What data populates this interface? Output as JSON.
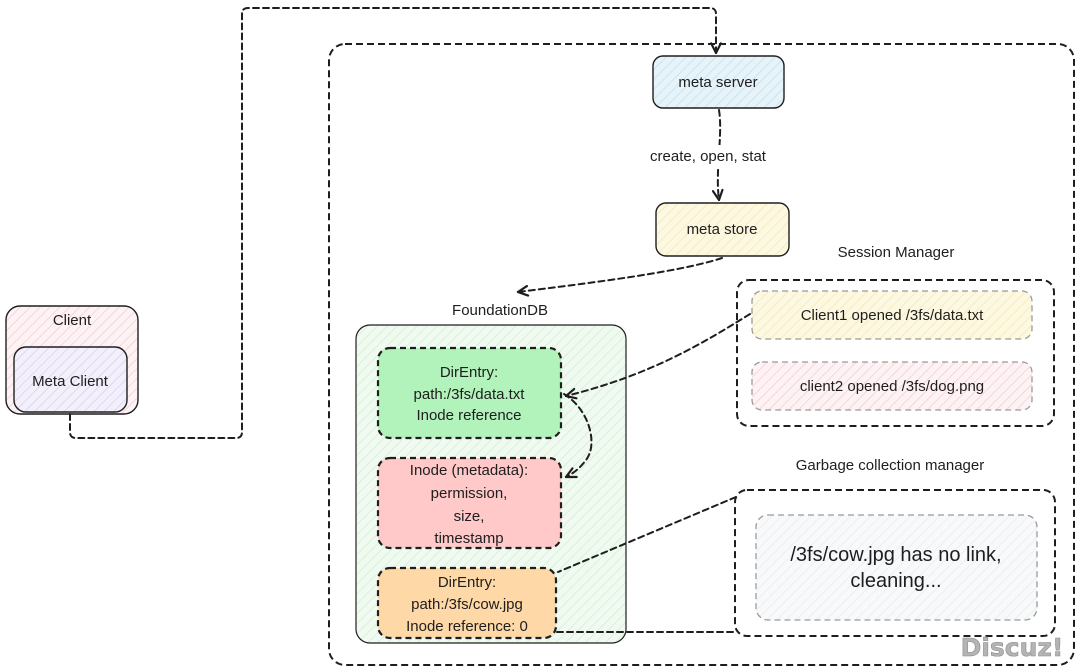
{
  "client": {
    "title": "Client",
    "inner_label": "Meta Client"
  },
  "meta_server": {
    "label": "meta server"
  },
  "edge_server_to_store": {
    "label": "create, open, stat"
  },
  "meta_store": {
    "label": "meta store"
  },
  "foundationdb": {
    "title": "FoundationDB",
    "dir_entry_1": {
      "lines": [
        "DirEntry:",
        "path:/3fs/data.txt",
        "Inode reference"
      ]
    },
    "inode": {
      "lines": [
        "Inode (metadata):",
        "permission,",
        "size,",
        "timestamp"
      ]
    },
    "dir_entry_2": {
      "lines": [
        "DirEntry:",
        "path:/3fs/cow.jpg",
        "Inode reference: 0"
      ]
    }
  },
  "session_manager": {
    "title": "Session Manager",
    "sessions": [
      "Client1 opened /3fs/data.txt",
      "client2 opened /3fs/dog.png"
    ]
  },
  "gc_manager": {
    "title": "Garbage collection manager",
    "message_lines": [
      "/3fs/cow.jpg has no link,",
      "cleaning..."
    ]
  },
  "watermark": "Discuz!",
  "colors": {
    "dir_entry_1": "#b2f2bb",
    "inode": "#ffc9c9",
    "dir_entry_2": "#ffd8a8",
    "stroke": "#1e1e1e"
  }
}
